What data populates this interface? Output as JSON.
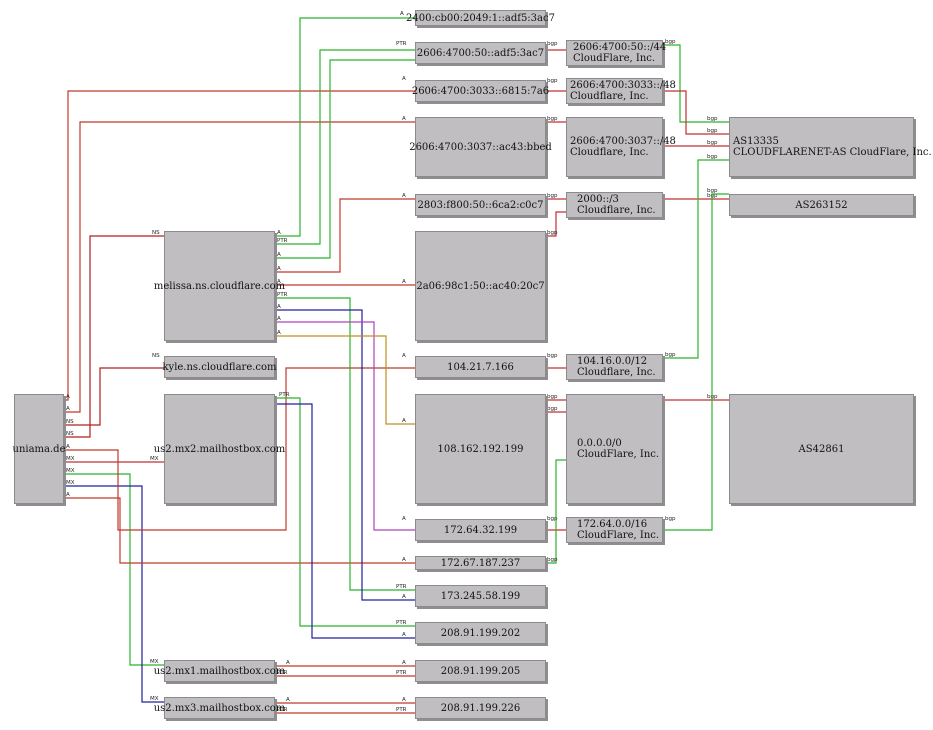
{
  "colors": {
    "a": "#c0392b",
    "ptr": "#2bb52b",
    "ns": "#b02020",
    "mx": "#c03030",
    "blue": "#2020a0",
    "magenta": "#b040c0",
    "orange": "#c09020",
    "bgp": "#c03030"
  },
  "nodes": {
    "uniama": "uniama.de",
    "melissa": "melissa.ns.cloudflare.com",
    "kyle": "kyle.ns.cloudflare.com",
    "us2mx2": "us2.mx2.mailhostbox.com",
    "us2mx1": "us2.mx1.mailhostbox.com",
    "us2mx3": "us2.mx3.mailhostbox.com",
    "ip_2400": "2400:cb00:2049:1::adf5:3ac7",
    "ip_2606_50": "2606:4700:50::adf5:3ac7",
    "ip_2606_3033": "2606:4700:3033::6815:7a6",
    "ip_2606_3037": "2606:4700:3037::ac43:bbed",
    "ip_2803": "2803:f800:50::6ca2:c0c7",
    "ip_2a06": "2a06:98c1:50::ac40:20c7",
    "ip_104": "104.21.7.166",
    "ip_108": "108.162.192.199",
    "ip_172_64": "172.64.32.199",
    "ip_172_67": "172.67.187.237",
    "ip_173": "173.245.58.199",
    "ip_208_202": "208.91.199.202",
    "ip_208_205": "208.91.199.205",
    "ip_208_226": "208.91.199.226",
    "pfx_2606_44": "2606:4700:50::/44\nCloudFlare, Inc.",
    "pfx_2606_48a": "2606:4700:3033::/48\nCloudflare, Inc.",
    "pfx_2606_48b": "2606:4700:3037::/48\nCloudflare, Inc.",
    "pfx_2000": "2000::/3\nCloudflare, Inc.",
    "pfx_104": "104.16.0.0/12\nCloudflare, Inc.",
    "pfx_0": "0.0.0.0/0\nCloudFlare, Inc.",
    "pfx_172": "172.64.0.0/16\nCloudFlare, Inc.",
    "as13335": "AS13335\nCLOUDFLARENET-AS CloudFlare, Inc.",
    "as263152": "AS263152",
    "as42861": "AS42861"
  },
  "edge_labels": {
    "a": "A",
    "ptr": "PTR",
    "ns": "NS",
    "mx": "MX",
    "bgp": "bgp"
  }
}
